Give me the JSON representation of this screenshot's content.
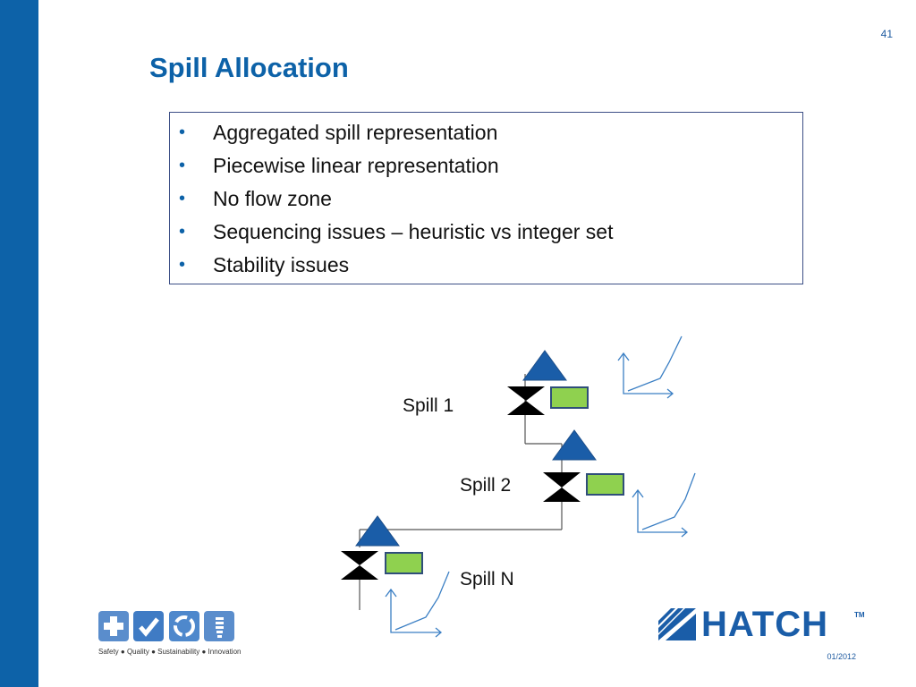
{
  "slide": {
    "page_number": "41",
    "title": "Spill Allocation",
    "bullets": [
      "Aggregated spill representation",
      "Piecewise linear representation",
      "No flow zone",
      "Sequencing issues – heuristic vs integer set",
      "Stability issues"
    ],
    "bullet_glyph": "•"
  },
  "diagram": {
    "labels": [
      "Spill 1",
      "Spill 2",
      "Spill N"
    ],
    "colors": {
      "triangle": "#1a5da8",
      "box": "#8fd14f",
      "box_border": "#2f4e7a",
      "valve": "#000000",
      "axes": "#3b7fc4"
    }
  },
  "footer": {
    "tagline": "Safety ● Quality ● Sustainability ● Innovation",
    "icons": [
      "plus-icon",
      "checkmark-icon",
      "recycle-icon",
      "lightbulb-icon"
    ],
    "logo_text": "HATCH",
    "logo_tm": "TM",
    "date": "01/2012"
  },
  "colors": {
    "brand_blue": "#0d62a8",
    "text": "#111111"
  }
}
